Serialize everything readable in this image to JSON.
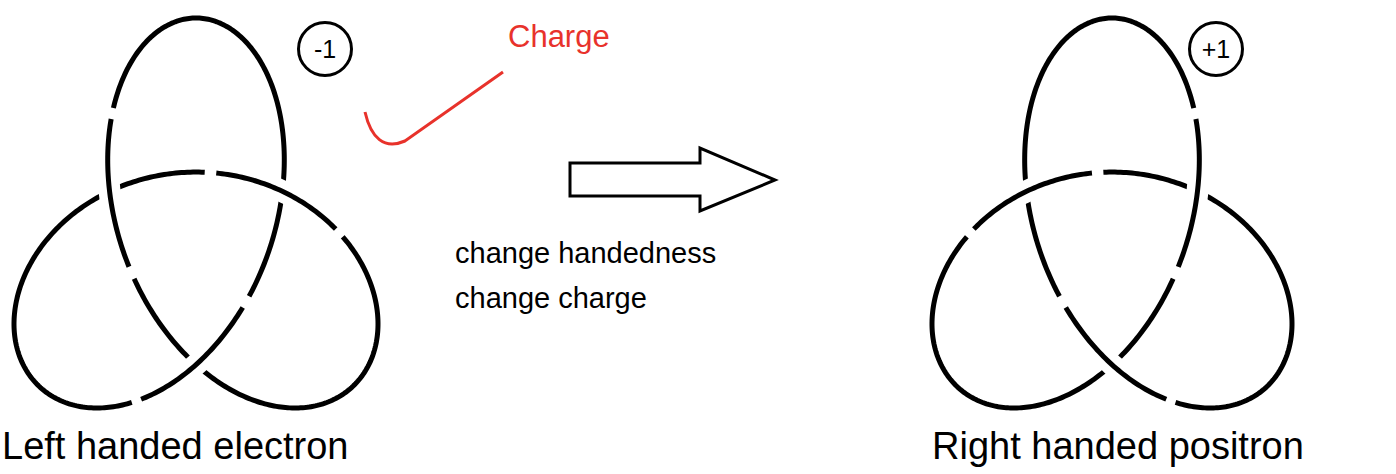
{
  "diagram": {
    "nodes": [
      {
        "text": [
          "-1"
        ]
      },
      {
        "text": [
          "+1"
        ]
      }
    ],
    "labels": [
      "Charge",
      "change handedness",
      "change charge",
      "Left handed electron",
      "Right handed positron"
    ]
  }
}
